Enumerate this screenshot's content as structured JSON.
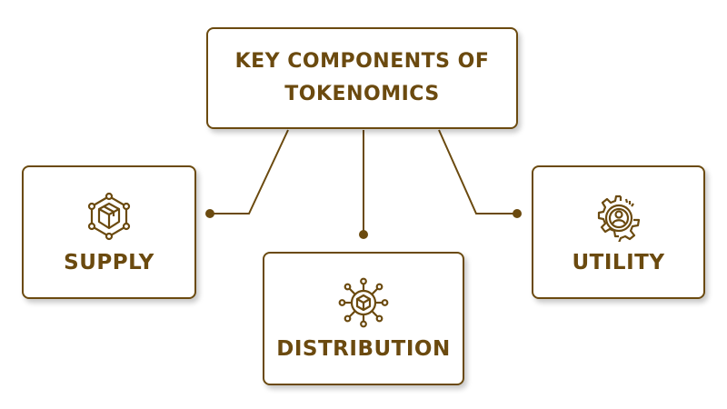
{
  "diagram": {
    "title_line1": "KEY COMPONENTS OF",
    "title_line2": "TOKENOMICS",
    "accent_color": "#6b4a0f",
    "nodes": [
      {
        "label": "SUPPLY",
        "icon": "hexagon-network-box-icon"
      },
      {
        "label": "DISTRIBUTION",
        "icon": "radial-network-box-icon"
      },
      {
        "label": "UTILITY",
        "icon": "gear-user-icon"
      }
    ]
  }
}
